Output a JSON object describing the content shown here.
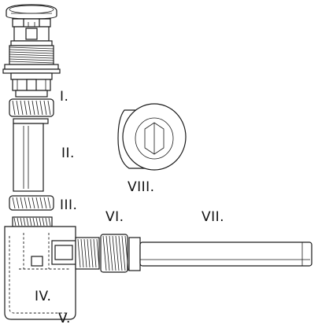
{
  "diagram": {
    "parts": [
      {
        "id": "I",
        "label": "I."
      },
      {
        "id": "II",
        "label": "II."
      },
      {
        "id": "III",
        "label": "III."
      },
      {
        "id": "IV",
        "label": "IV."
      },
      {
        "id": "V",
        "label": "V."
      },
      {
        "id": "VI",
        "label": "VI."
      },
      {
        "id": "VII",
        "label": "VII."
      },
      {
        "id": "VIII",
        "label": "VIII."
      }
    ],
    "colors": {
      "line": "#1a1a1a",
      "fill": "#ffffff",
      "background": "#ffffff"
    }
  }
}
